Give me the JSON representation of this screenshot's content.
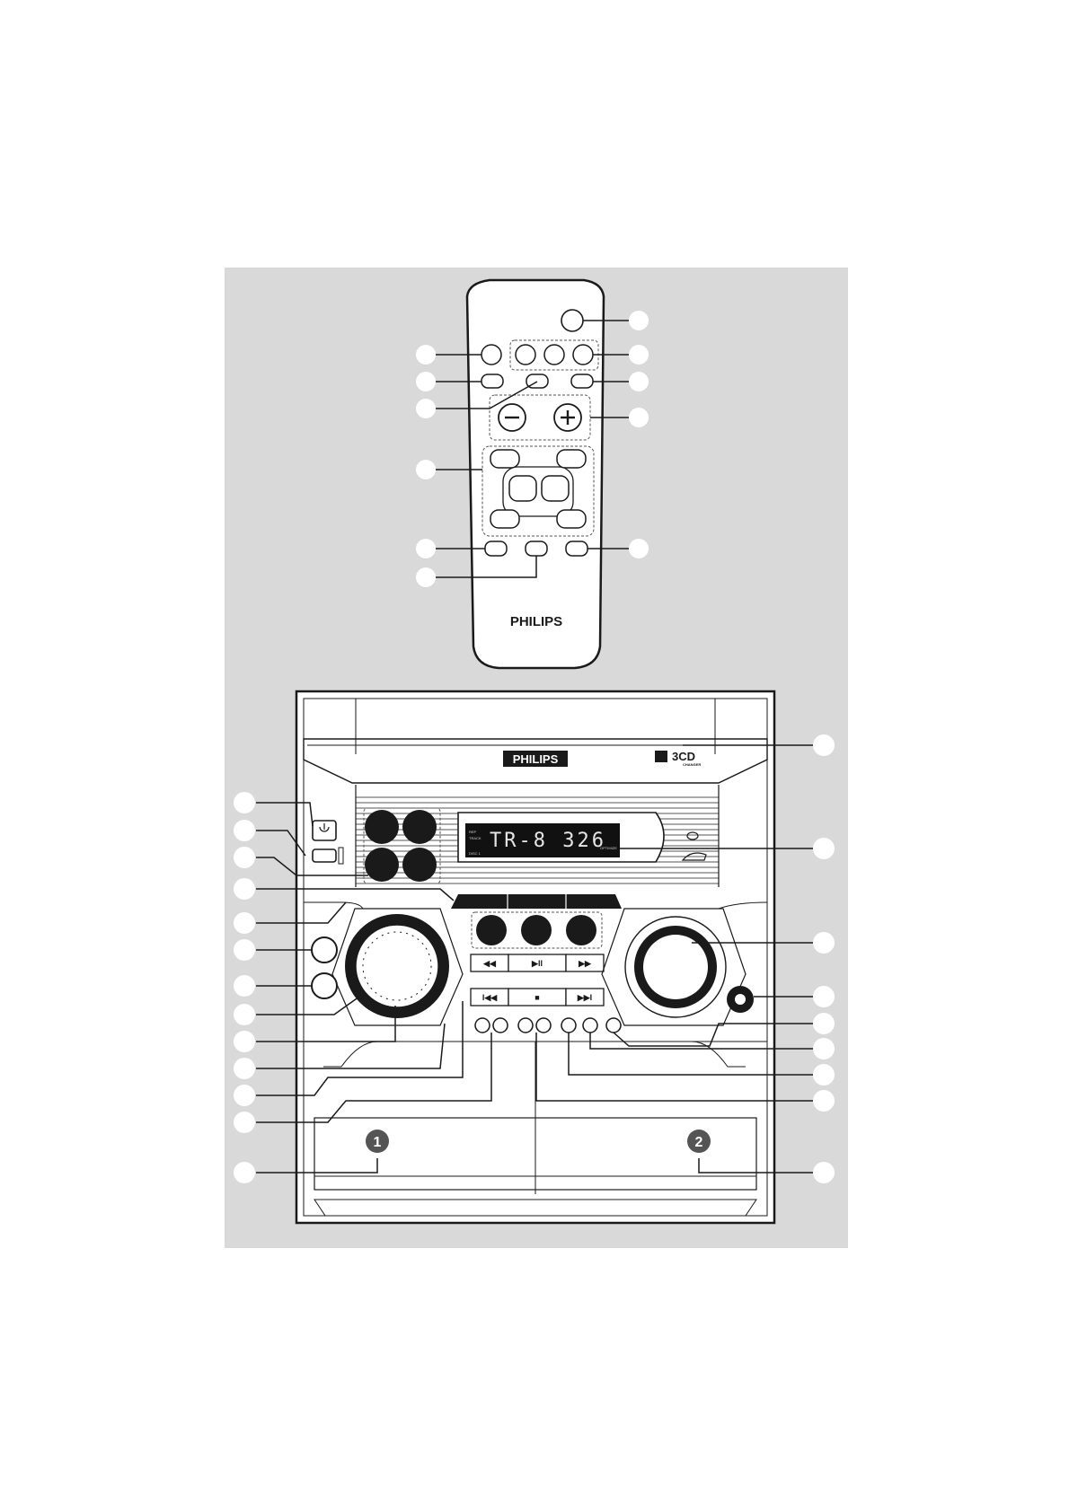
{
  "remote": {
    "brand": "PHILIPS"
  },
  "unit": {
    "brand": "PHILIPS",
    "badge": "3CD",
    "badge_sub": "CHANGER",
    "lcd": {
      "main": "TR-8  326",
      "left_small": [
        "REP",
        "TRACK",
        "DISC 1"
      ],
      "right_small": "OPTIMIZE"
    },
    "transport_labels": [
      "◀◀",
      "▶II",
      "▶▶",
      "I◀◀",
      "■",
      "▶▶I"
    ],
    "deck_numbers": [
      "1",
      "2"
    ]
  },
  "colors": {
    "panel": "#d9d9d9",
    "ink": "#1a1a1a",
    "display": "#111111",
    "callout": "#ffffff"
  }
}
